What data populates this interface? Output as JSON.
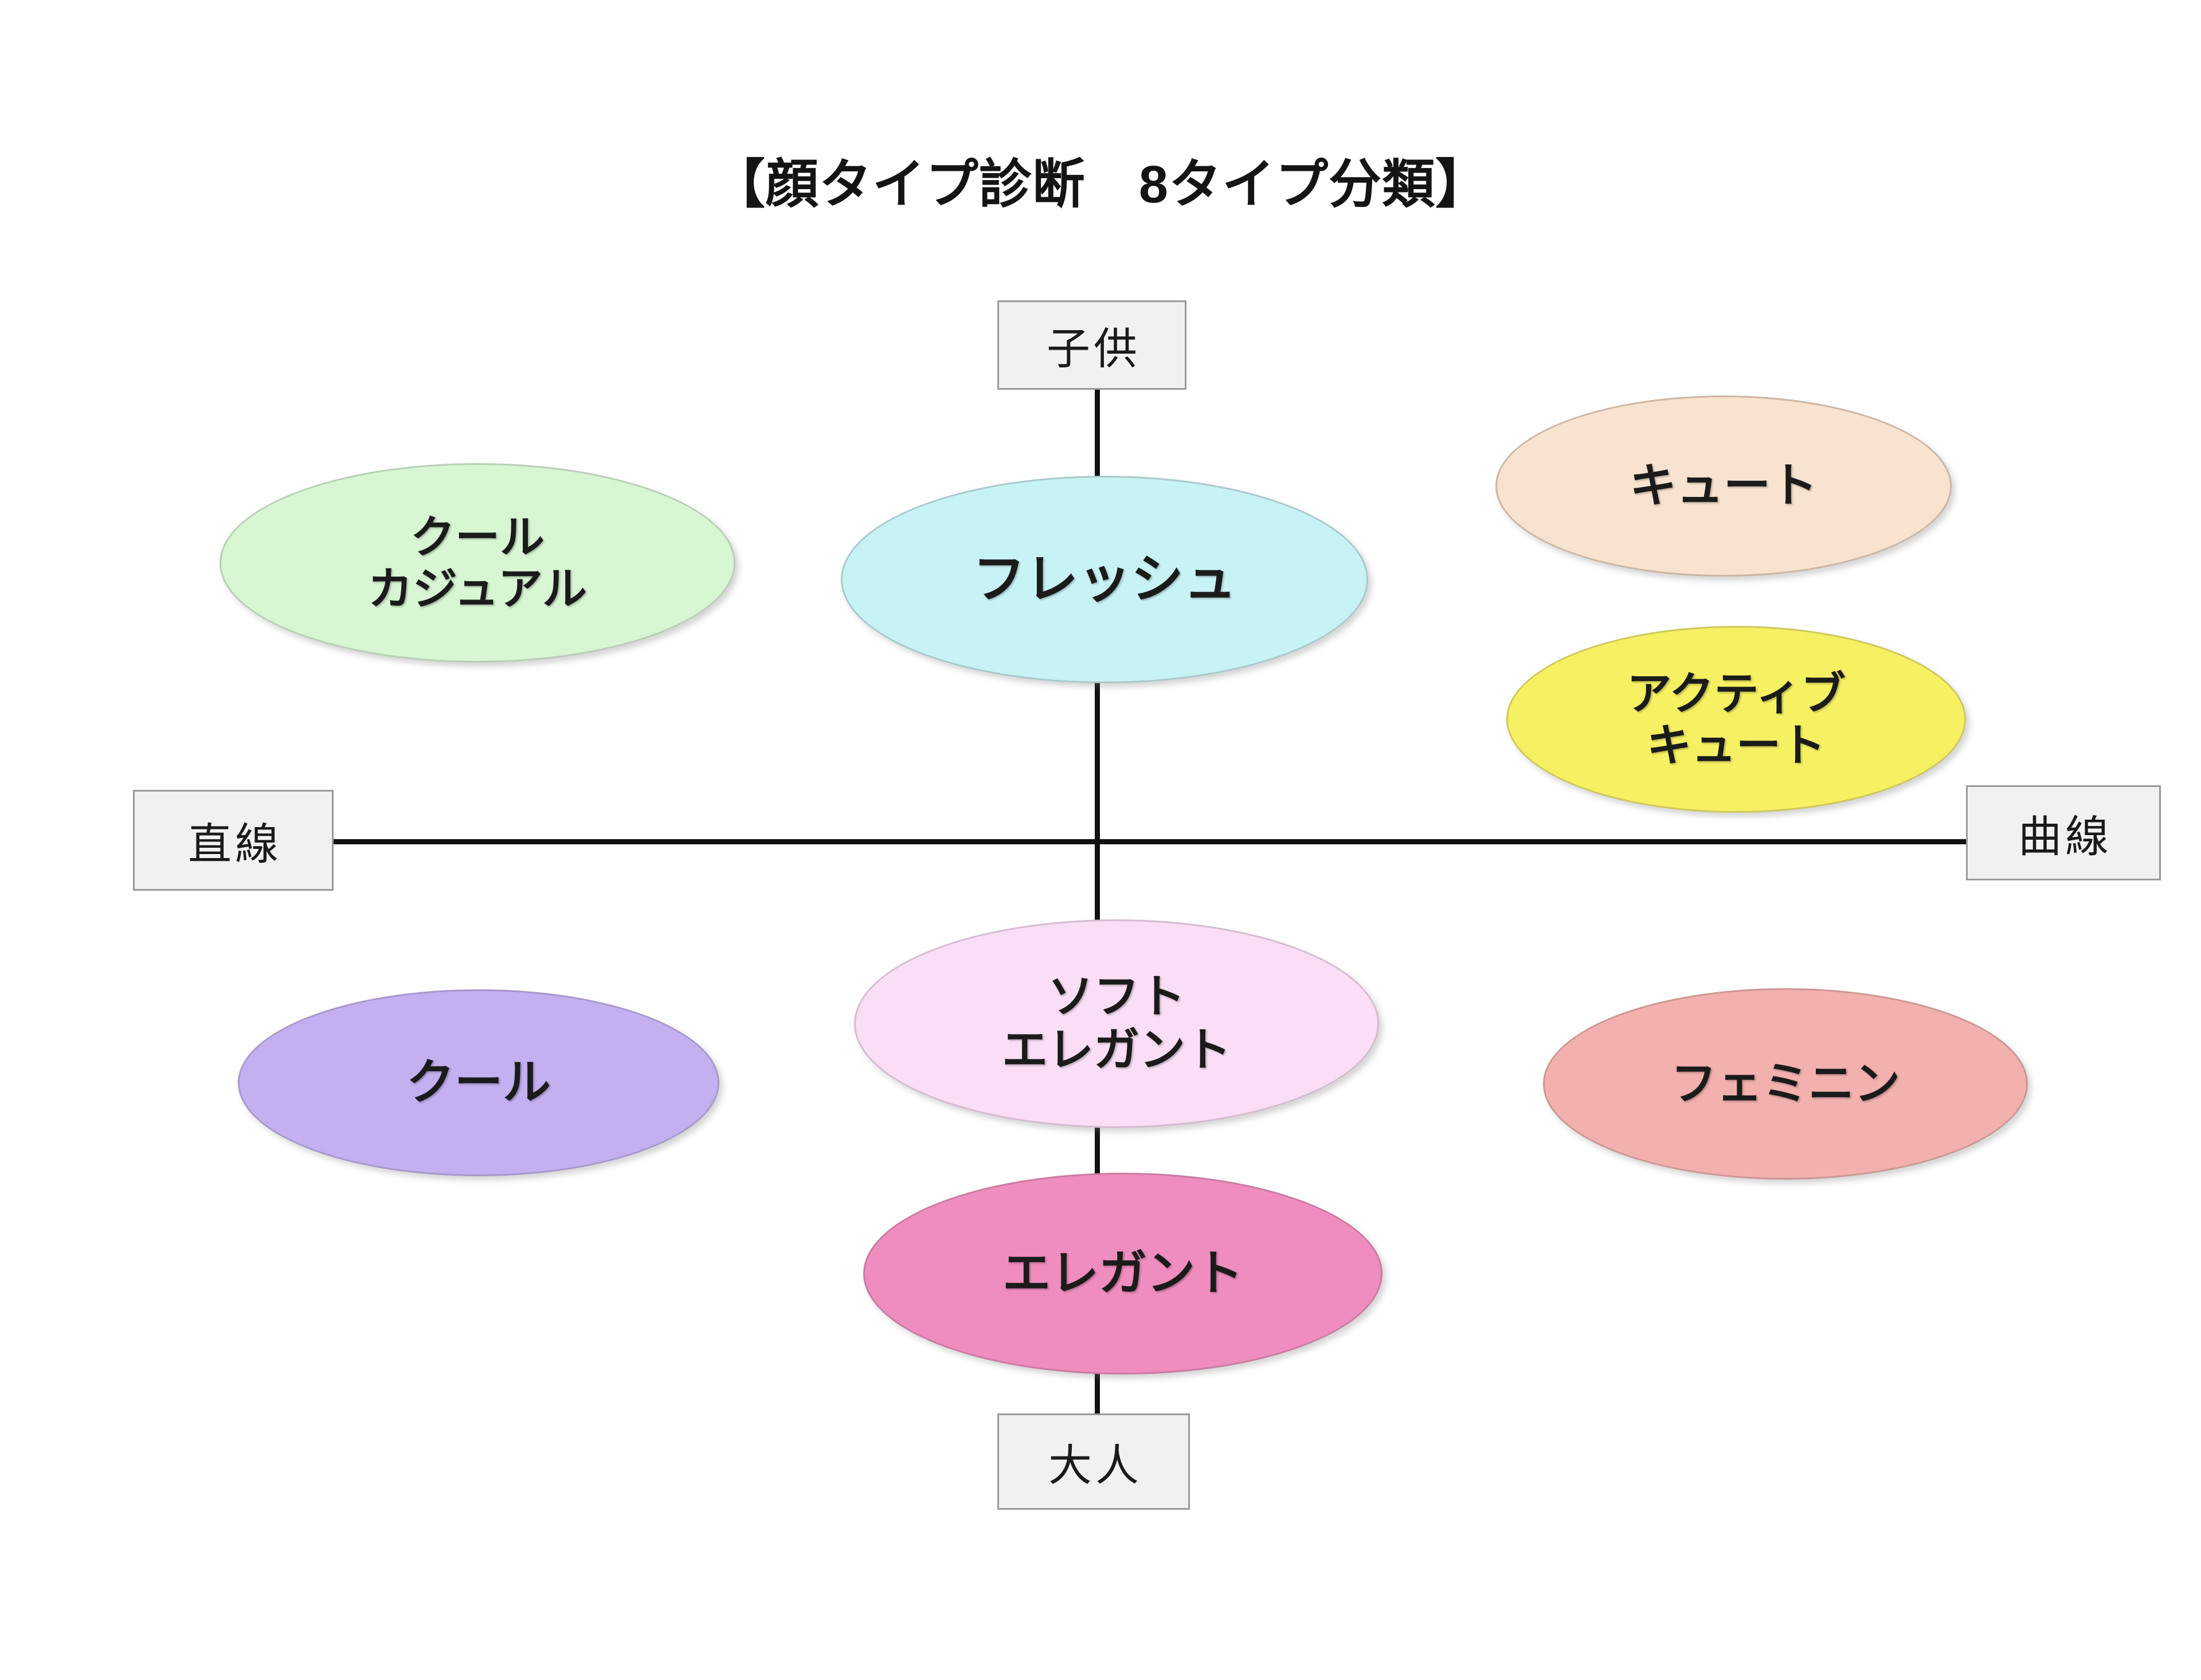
{
  "title": "【顔タイプ診断　8タイプ分類】",
  "axes": {
    "top": "子供",
    "bottom": "大人",
    "left": "直線",
    "right": "曲線"
  },
  "nodes": {
    "cool_casual": {
      "line1": "クール",
      "line2": "カジュアル",
      "color": "#d8f5d4"
    },
    "fresh": {
      "line1": "フレッシュ",
      "line2": "",
      "color": "#c8f3f5"
    },
    "cute": {
      "line1": "キュート",
      "line2": "",
      "color": "#f7e3cf"
    },
    "active_cute": {
      "line1": "アクティブ",
      "line2": "キュート",
      "color": "#f6f063"
    },
    "cool": {
      "line1": "クール",
      "line2": "",
      "color": "#c4aff0"
    },
    "soft_elegant": {
      "line1": "ソフト",
      "line2": "エレガント",
      "color": "#fadef5"
    },
    "elegant": {
      "line1": "エレガント",
      "line2": "",
      "color": "#ef8dbe"
    },
    "feminine": {
      "line1": "フェミニン",
      "line2": "",
      "color": "#f2b0ae"
    }
  },
  "chart_data": {
    "type": "scatter",
    "title": "【顔タイプ診断　8タイプ分類】",
    "xlabel": "直線 ↔ 曲線",
    "ylabel": "大人 ↔ 子供",
    "x_axis_left_label": "直線",
    "x_axis_right_label": "曲線",
    "y_axis_top_label": "子供",
    "y_axis_bottom_label": "大人",
    "grid": false,
    "legend": "none",
    "points": [
      {
        "label": "クールカジュアル",
        "x": -0.62,
        "y": 0.58,
        "color": "#d8f5d4"
      },
      {
        "label": "フレッシュ",
        "x": -0.02,
        "y": 0.55,
        "color": "#c8f3f5"
      },
      {
        "label": "キュート",
        "x": 0.62,
        "y": 0.68,
        "color": "#f7e3cf"
      },
      {
        "label": "アクティブキュート",
        "x": 0.63,
        "y": 0.27,
        "color": "#f6f063"
      },
      {
        "label": "クール",
        "x": -0.58,
        "y": -0.35,
        "color": "#c4aff0"
      },
      {
        "label": "ソフトエレガント",
        "x": -0.01,
        "y": -0.22,
        "color": "#fadef5"
      },
      {
        "label": "エレガント",
        "x": 0.0,
        "y": -0.62,
        "color": "#ef8dbe"
      },
      {
        "label": "フェミニン",
        "x": 0.62,
        "y": -0.35,
        "color": "#f2b0ae"
      }
    ]
  }
}
